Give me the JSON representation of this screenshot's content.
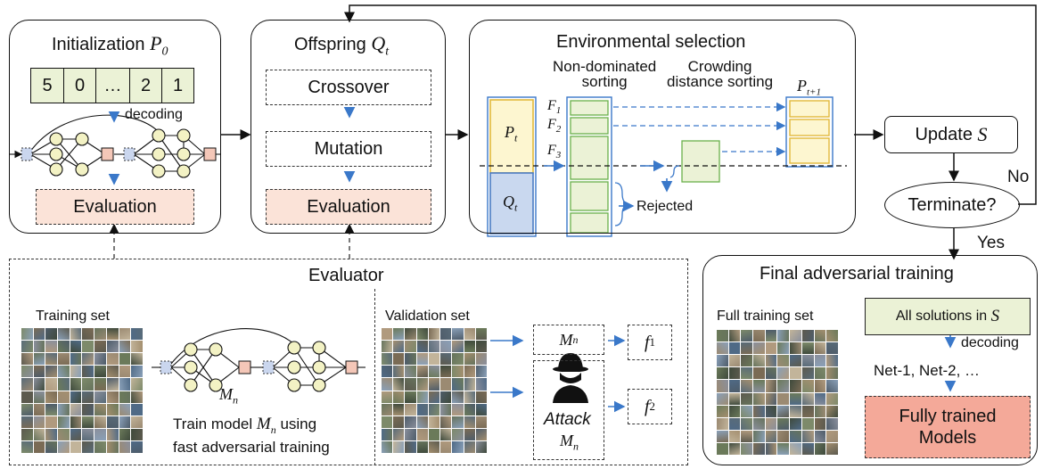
{
  "init": {
    "title": "Initialization",
    "p0": "P",
    "p0_sub": "0",
    "encoding": [
      "5",
      "0",
      "…",
      "2",
      "1"
    ],
    "decoding": "decoding",
    "evaluation": "Evaluation"
  },
  "offspring": {
    "title": "Offspring",
    "qt": "Q",
    "qt_sub": "t",
    "crossover": "Crossover",
    "mutation": "Mutation",
    "evaluation": "Evaluation"
  },
  "env": {
    "title": "Environmental selection",
    "nondom_line1": "Non-dominated",
    "nondom_line2": "sorting",
    "crowd_line1": "Crowding",
    "crowd_line2": "distance sorting",
    "pt": "P",
    "pt_sub": "t",
    "qt": "Q",
    "qt_sub": "t",
    "pnext": "P",
    "pnext_sub": "t+1",
    "f1": "F",
    "f1_sub": "1",
    "f2": "F",
    "f2_sub": "2",
    "f3": "F",
    "f3_sub": "3",
    "rejected": "Rejected"
  },
  "update": {
    "label": "Update",
    "s": "S"
  },
  "terminate": {
    "label": "Terminate?",
    "no": "No",
    "yes": "Yes"
  },
  "evaluator": {
    "title": "Evaluator",
    "training_set": "Training set",
    "mn": "M",
    "mn_sub": "n",
    "train_line1_a": "Train model",
    "train_line1_b": "using",
    "train_line2": "fast adversarial training",
    "validation_set": "Validation set",
    "f1": "f",
    "f1_sub": "1",
    "f2": "f",
    "f2_sub": "2",
    "attack": "Attack"
  },
  "final": {
    "title": "Final adversarial training",
    "full_training_set": "Full training set",
    "all_solutions": "All solutions in",
    "s": "S",
    "decoding": "decoding",
    "nets": "Net-1, Net-2, …",
    "trained_line1": "Fully trained",
    "trained_line2": "Models"
  },
  "colors": {
    "arrow_blue": "#3a78c9",
    "eval_pink": "#fbe3d8",
    "trained_pink": "#f4a999",
    "green": "#ebf2d6",
    "pt_yellow": "#fdf6d0",
    "qt_blue": "#c9d8ef",
    "node_yellow": "#f3f2c4",
    "node_blue": "#cad6ee",
    "node_pink": "#f4c7b8"
  }
}
